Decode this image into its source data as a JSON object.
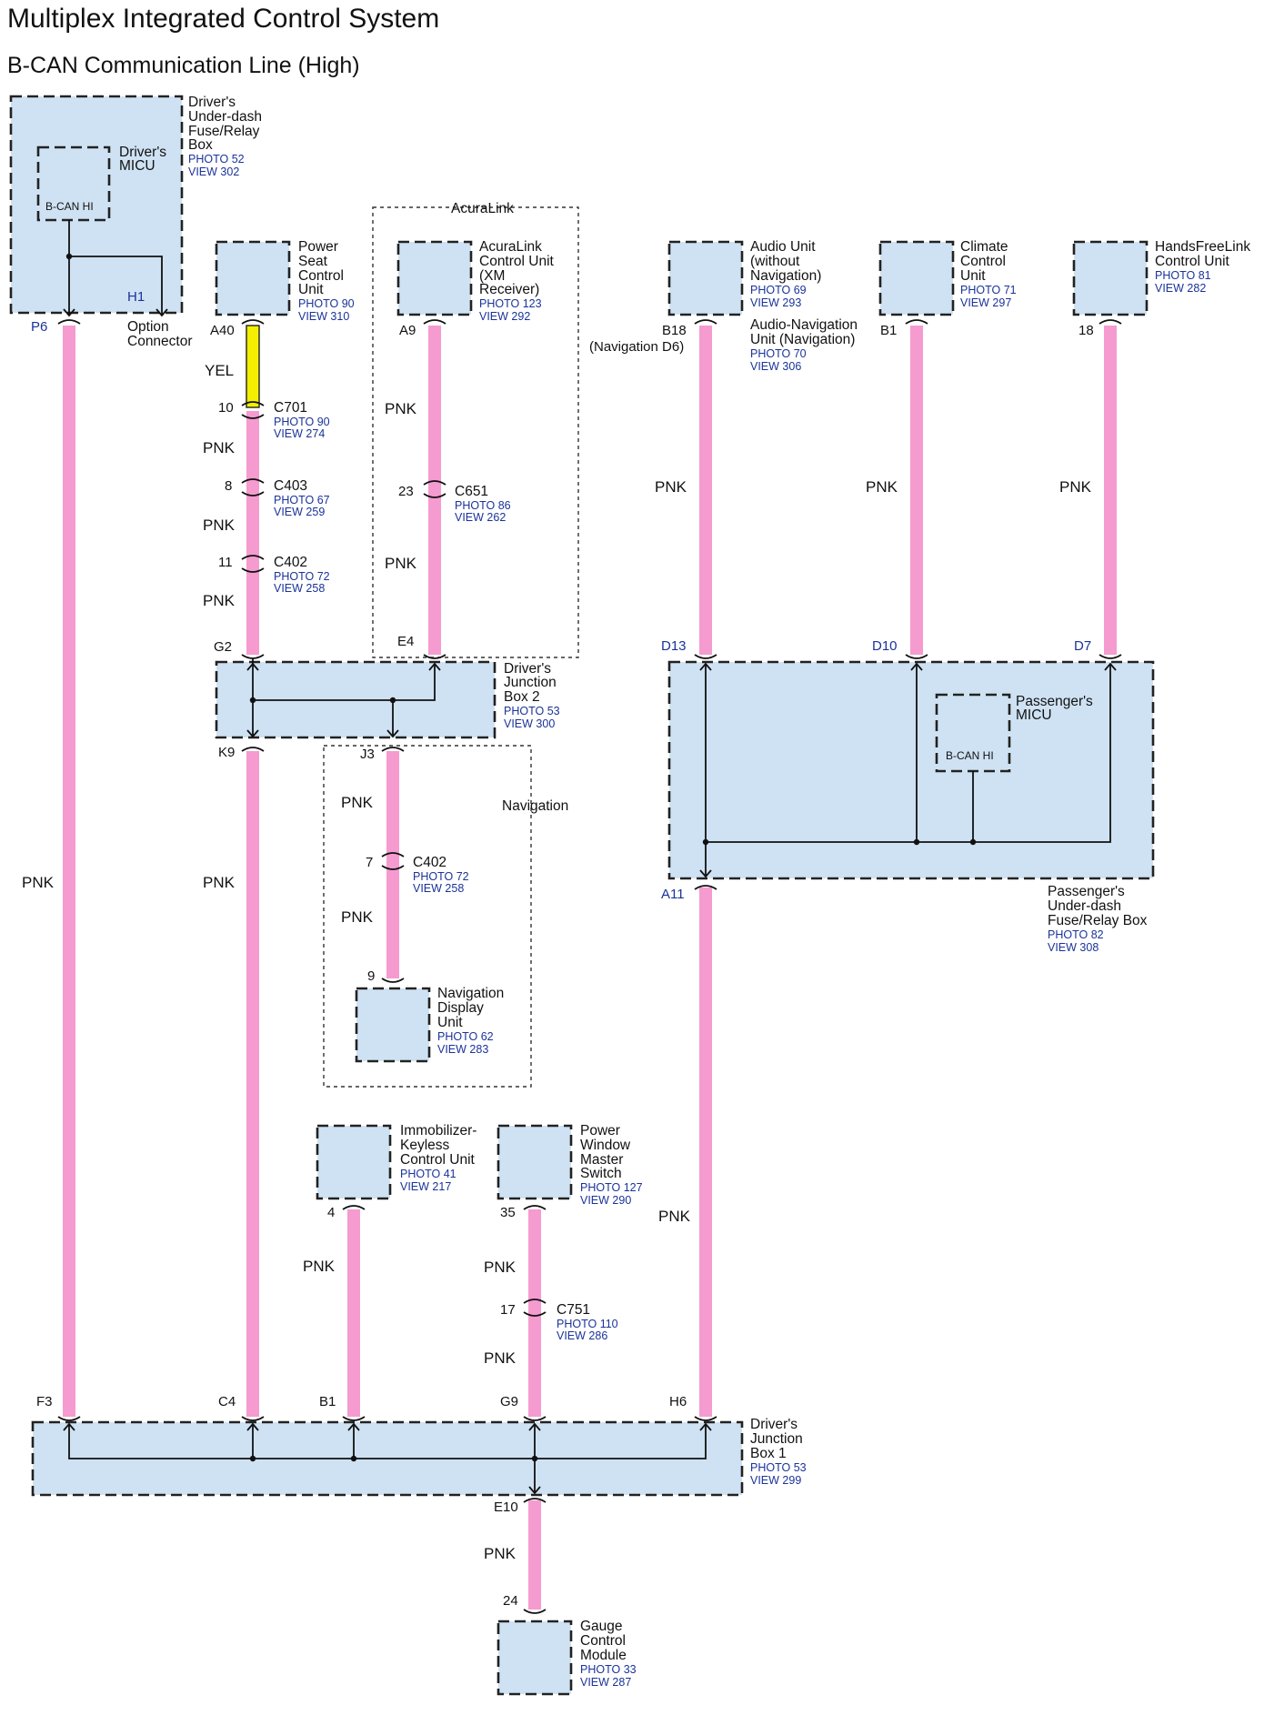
{
  "title": "Multiplex Integrated Control System",
  "subtitle": "B-CAN Communication Line (High)",
  "colors": {
    "pnk_wire": "#f59bcf",
    "yel_wire": "#f4ee00",
    "box_fill": "#cfe2f3",
    "ref_text": "#1a3399"
  },
  "groups": {
    "acuralink": "AcuraLink",
    "navigation": "Navigation"
  },
  "components": {
    "drivers_fuse_box": {
      "name": [
        "Driver's",
        "Under-dash",
        "Fuse/Relay",
        "Box"
      ],
      "photo": "PHOTO 52",
      "view": "VIEW 302"
    },
    "drivers_micu": {
      "name": [
        "Driver's",
        "MICU"
      ],
      "inner": "B-CAN HI"
    },
    "option_connector": {
      "name": [
        "Option",
        "Connector"
      ],
      "pin": "H1"
    },
    "power_seat": {
      "name": [
        "Power",
        "Seat",
        "Control",
        "Unit"
      ],
      "photo": "PHOTO 90",
      "view": "VIEW 310"
    },
    "acuralink_unit": {
      "name": [
        "AcuraLink",
        "Control Unit",
        "(XM",
        "Receiver)"
      ],
      "photo": "PHOTO 123",
      "view": "VIEW 292"
    },
    "audio_unit": {
      "name": [
        "Audio Unit",
        "(without",
        "Navigation)"
      ],
      "photo": "PHOTO 69",
      "view": "VIEW 293"
    },
    "audio_nav_unit": {
      "name": [
        "Audio-Navigation",
        "Unit (Navigation)"
      ],
      "photo": "PHOTO 70",
      "view": "VIEW 306"
    },
    "climate_unit": {
      "name": [
        "Climate",
        "Control",
        "Unit"
      ],
      "photo": "PHOTO 71",
      "view": "VIEW 297"
    },
    "handsfree_unit": {
      "name": [
        "HandsFreeLink",
        "Control Unit"
      ],
      "photo": "PHOTO 81",
      "view": "VIEW 282"
    },
    "jbox2": {
      "name": [
        "Driver's",
        "Junction",
        "Box 2"
      ],
      "photo": "PHOTO 53",
      "view": "VIEW 300"
    },
    "passengers_fuse_box": {
      "name": [
        "Passenger's",
        "Under-dash",
        "Fuse/Relay Box"
      ],
      "photo": "PHOTO 82",
      "view": "VIEW 308"
    },
    "passengers_micu": {
      "name": [
        "Passenger's",
        "MICU"
      ],
      "inner": "B-CAN HI"
    },
    "nav_display": {
      "name": [
        "Navigation",
        "Display",
        "Unit"
      ],
      "photo": "PHOTO 62",
      "view": "VIEW 283"
    },
    "immobilizer": {
      "name": [
        "Immobilizer-",
        "Keyless",
        "Control Unit"
      ],
      "photo": "PHOTO 41",
      "view": "VIEW 217"
    },
    "power_window": {
      "name": [
        "Power",
        "Window",
        "Master",
        "Switch"
      ],
      "photo": "PHOTO 127",
      "view": "VIEW 290"
    },
    "jbox1": {
      "name": [
        "Driver's",
        "Junction",
        "Box 1"
      ],
      "photo": "PHOTO 53",
      "view": "VIEW 299"
    },
    "gauge": {
      "name": [
        "Gauge",
        "Control",
        "Module"
      ],
      "photo": "PHOTO 33",
      "view": "VIEW 287"
    }
  },
  "connectors": {
    "c701": {
      "id": "C701",
      "photo": "PHOTO 90",
      "view": "VIEW 274",
      "pin": "10"
    },
    "c403": {
      "id": "C403",
      "photo": "PHOTO 67",
      "view": "VIEW 259",
      "pin": "8"
    },
    "c402a": {
      "id": "C402",
      "photo": "PHOTO 72",
      "view": "VIEW 258",
      "pin": "11"
    },
    "c651": {
      "id": "C651",
      "photo": "PHOTO 86",
      "view": "VIEW 262",
      "pin": "23"
    },
    "c402b": {
      "id": "C402",
      "photo": "PHOTO 72",
      "view": "VIEW 258",
      "pin": "7"
    },
    "c751": {
      "id": "C751",
      "photo": "PHOTO 110",
      "view": "VIEW 286",
      "pin": "17"
    }
  },
  "pins": {
    "p6": "P6",
    "a40": "A40",
    "a9": "A9",
    "b18": "B18",
    "nav_d6": "(Navigation D6)",
    "b1_top": "B1",
    "p18": "18",
    "g2": "G2",
    "e4": "E4",
    "k9": "K9",
    "j3": "J3",
    "d13": "D13",
    "d10": "D10",
    "d7": "D7",
    "a11": "A11",
    "p9": "9",
    "p4": "4",
    "p35": "35",
    "f3": "F3",
    "c4": "C4",
    "b1_bot": "B1",
    "g9": "G9",
    "h6": "H6",
    "e10": "E10",
    "p24": "24"
  },
  "wire_colors": {
    "pnk": "PNK",
    "yel": "YEL"
  }
}
